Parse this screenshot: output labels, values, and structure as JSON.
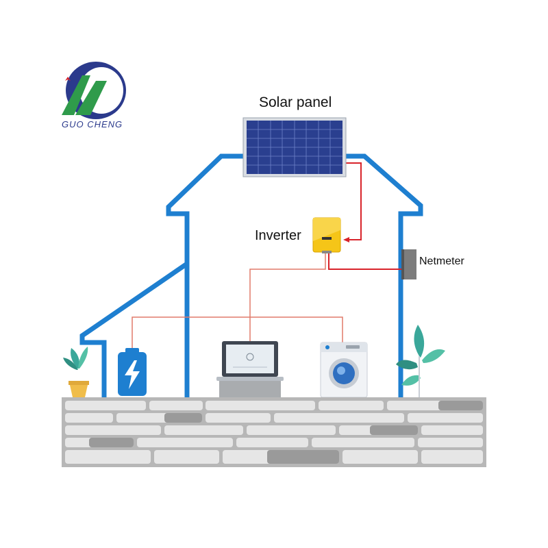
{
  "logo": {
    "text": "GUO CHENG"
  },
  "labels": {
    "solar_panel": "Solar panel",
    "inverter": "Inverter",
    "netmeter": "Netmeter"
  },
  "colors": {
    "house_outline": "#1e7fd0",
    "dc_wire": "#d8232a",
    "ac_wire": "#e07a6a",
    "inverter": "#f5c518",
    "battery": "#1e7fd0",
    "plant": "#3aa79a",
    "stone_light": "#e6e6e6",
    "stone_dark": "#9a9a9a"
  },
  "icons": [
    "logo-icon",
    "solar-panel-icon",
    "inverter-icon",
    "netmeter-icon",
    "battery-icon",
    "laptop-icon",
    "washing-machine-icon",
    "plant-pot-icon",
    "plant-icon"
  ]
}
